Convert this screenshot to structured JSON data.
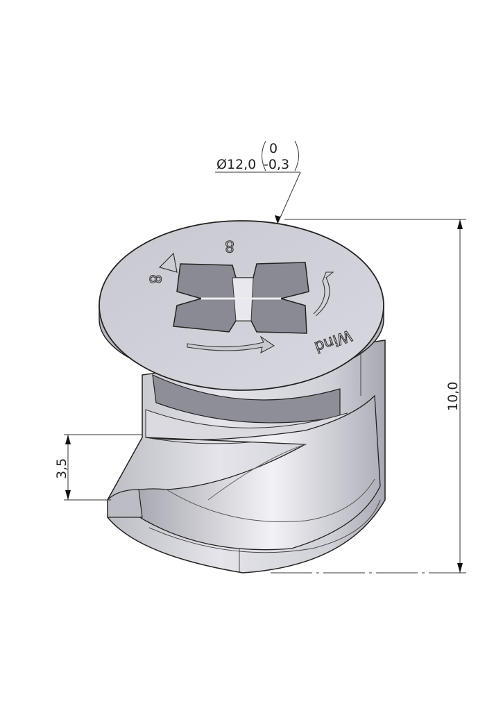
{
  "drawing": {
    "diameter_dim": {
      "nominal": "Ø12,0",
      "upper_tol": "0",
      "lower_tol": "-0,3"
    },
    "height_dim": "10,0",
    "opening_dim": "3,5",
    "embossed_marks": {
      "size_mark": "8",
      "size_mark_2": "8",
      "direction_label": "Wind"
    }
  }
}
